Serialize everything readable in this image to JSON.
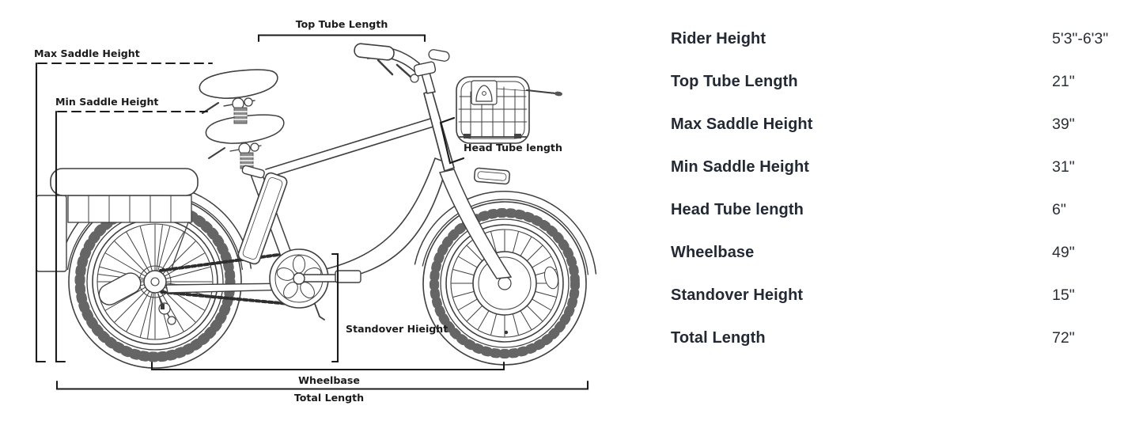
{
  "diagram": {
    "labels": {
      "top_tube": "Top Tube Length",
      "max_saddle": "Max Saddle Height",
      "min_saddle": "Min Saddle Height",
      "head_tube": "Head Tube length",
      "standover": "Standover Hieight",
      "wheelbase": "Wheelbase",
      "total_length": "Total Length"
    }
  },
  "specs": {
    "rows": [
      {
        "label": "Rider Height",
        "value": "5'3\"-6'3\""
      },
      {
        "label": "Top Tube Length",
        "value": "21\""
      },
      {
        "label": "Max Saddle Height",
        "value": "39\""
      },
      {
        "label": "Min Saddle Height",
        "value": "31\""
      },
      {
        "label": "Head Tube length",
        "value": "6\""
      },
      {
        "label": "Wheelbase",
        "value": "49\""
      },
      {
        "label": "Standover Height",
        "value": "15\""
      },
      {
        "label": "Total Length",
        "value": "72\""
      }
    ]
  },
  "colors": {
    "text": "#222933",
    "line": "#3f3f3f",
    "annotation": "#1b1b1b"
  }
}
